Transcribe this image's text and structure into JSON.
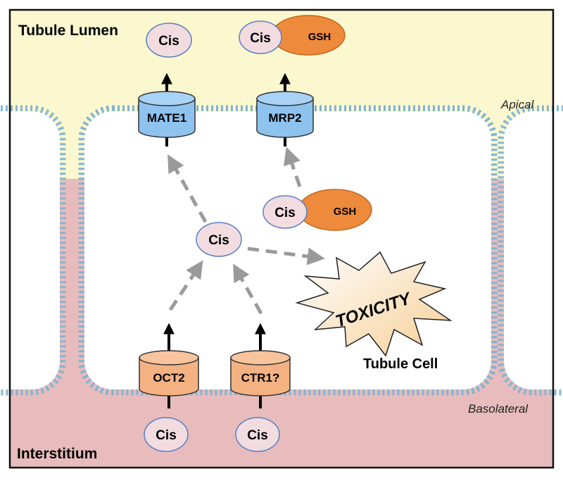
{
  "regions": {
    "lumen": "Tubule Lumen",
    "interstitium": "Interstitium",
    "apical": "Apical",
    "basolateral": "Basolateral",
    "cell": "Tubule Cell"
  },
  "transporters": {
    "mate1": "MATE1",
    "mrp2": "MRP2",
    "oct2": "OCT2",
    "ctr1": "CTR1?"
  },
  "molecules": {
    "cis": "Cis",
    "gsh": "GSH"
  },
  "toxicity": "TOXICITY",
  "colors": {
    "lumen_bg": "#fbf8cf",
    "interstitium_bg": "#e8bcbc",
    "membrane_bead": "#7fb4d4",
    "cis_fill": "#f2dce0",
    "cis_stroke": "#5a7fc2",
    "gsh_fill": "#ee8a3c",
    "apical_transporter": "#8ec3f0",
    "basolateral_transporter": "#f4b283",
    "arrow_dashed": "#9a9a9a"
  }
}
